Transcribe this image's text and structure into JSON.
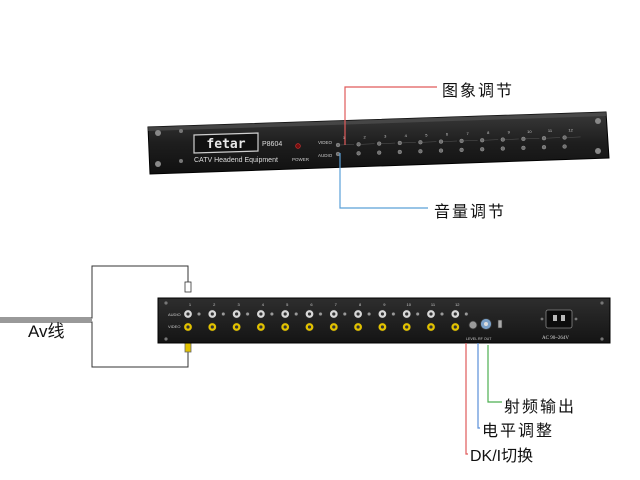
{
  "front_panel": {
    "brand_logo": "fetar",
    "model": "P8604",
    "subtitle": "CATV Headend Equipment",
    "power_label": "POWER",
    "row_video_label": "VIDEO",
    "row_audio_label": "AUDIO",
    "channels": [
      "1",
      "2",
      "3",
      "4",
      "5",
      "6",
      "7",
      "8",
      "9",
      "10",
      "11",
      "12"
    ]
  },
  "rear_panel": {
    "row_audio_label": "AUDIO",
    "row_video_label": "VIDEO",
    "channels": [
      "1",
      "2",
      "3",
      "4",
      "5",
      "6",
      "7",
      "8",
      "9",
      "10",
      "11",
      "12"
    ],
    "control_labels": "LEVEL RF OUT",
    "power_label": "AC 90~264V"
  },
  "annotations": {
    "image_adjust": "图象调节",
    "volume_adjust": "音量调节",
    "av_cable": "Av线",
    "rf_output": "射频输出",
    "level_adjust": "电平调整",
    "dki_switch": "DK/I切换"
  },
  "colors": {
    "image_leader": "#e05a5a",
    "volume_leader": "#5aa0d8",
    "rf_leader": "#4caf50",
    "level_leader": "#5a8fd8",
    "dki_leader": "#e05a5a",
    "video_jack": "#e2c200"
  }
}
